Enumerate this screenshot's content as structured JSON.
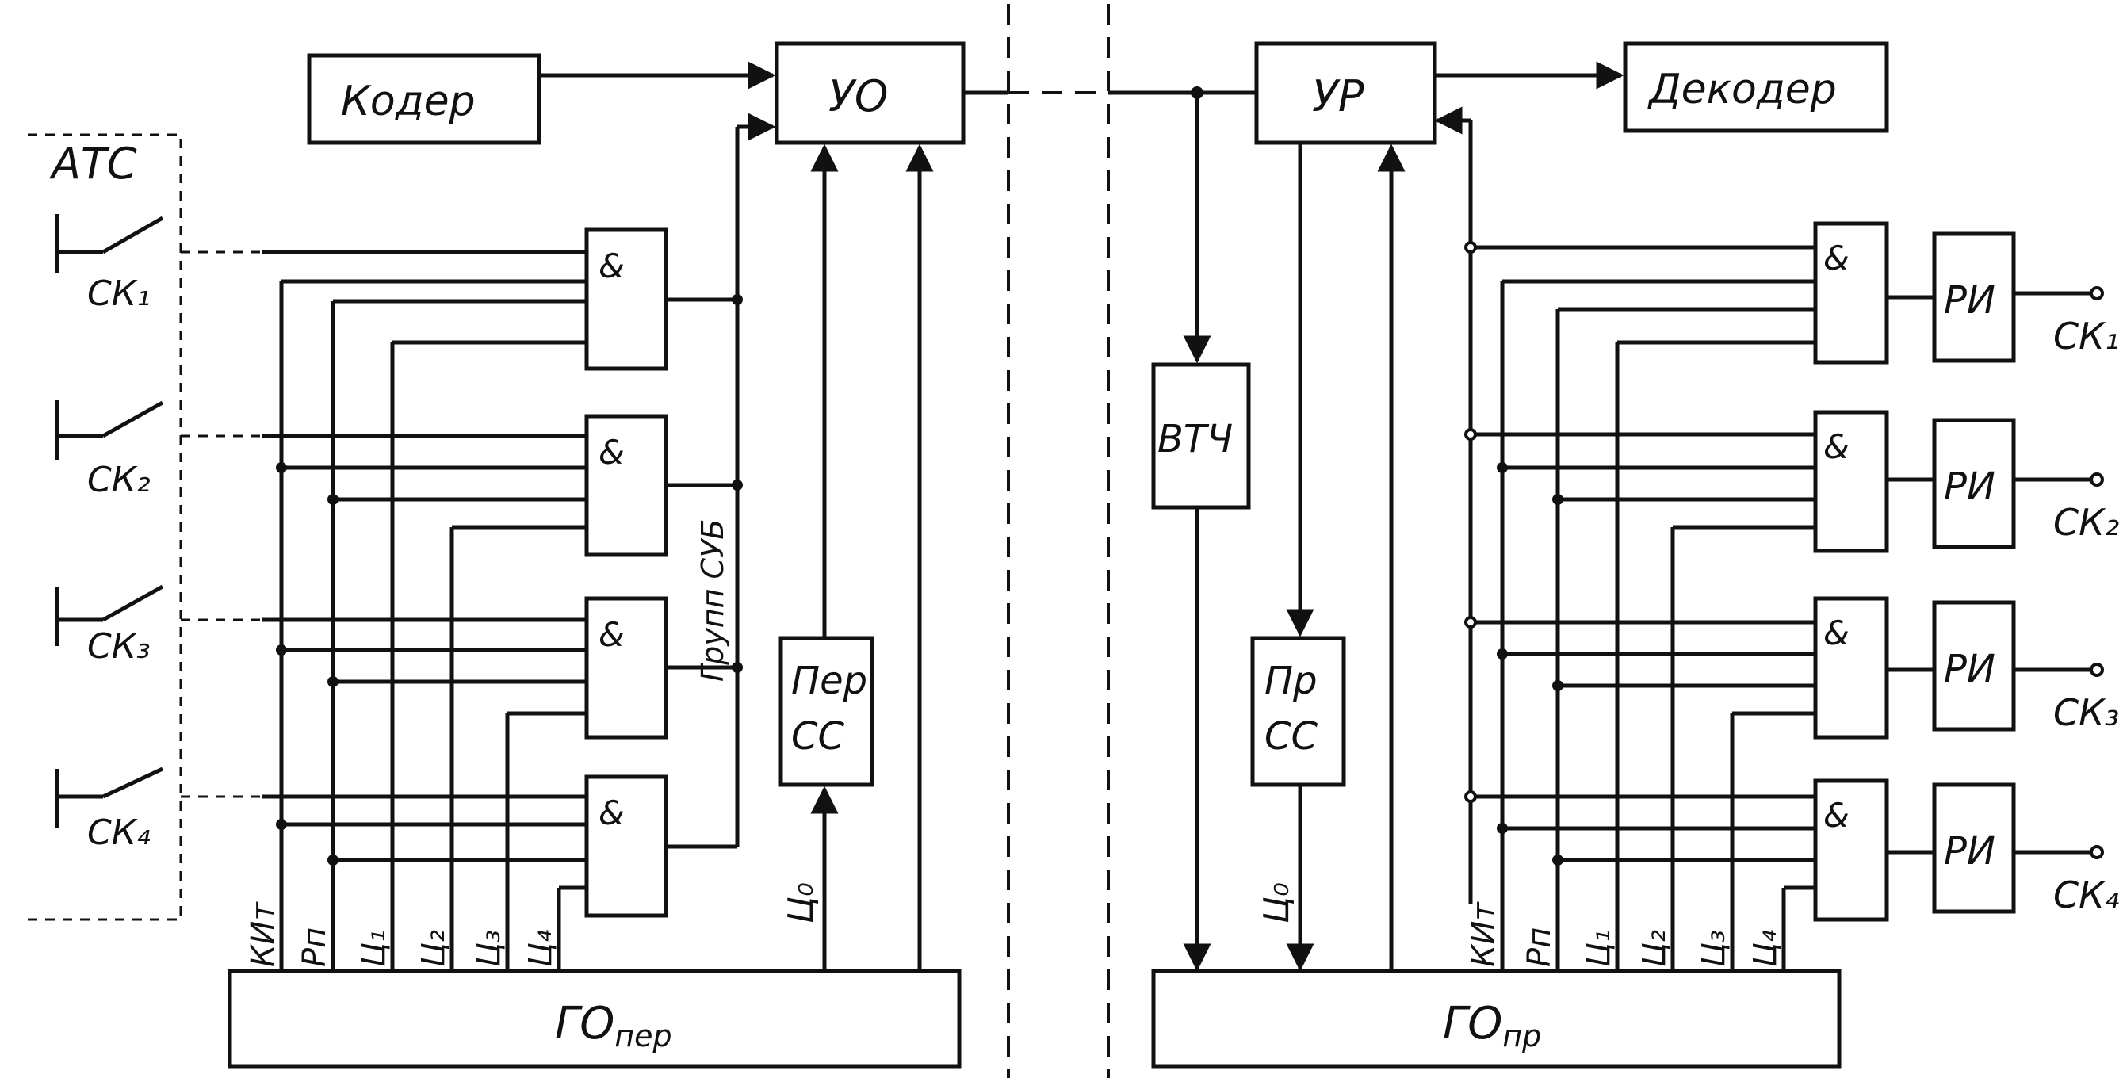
{
  "left": {
    "coder": "Кодер",
    "uo": "УО",
    "ats": "АТС",
    "contacts": [
      "СК₁",
      "СК₂",
      "СК₃",
      "СК₄"
    ],
    "and_label": "&",
    "group_label": "Групп СУБ",
    "per_cc": [
      "Пер",
      "СС"
    ],
    "c0": "Ц₀",
    "bus_labels": [
      "КИт",
      "Рп",
      "Ц₁",
      "Ц₂",
      "Ц₃",
      "Ц₄"
    ],
    "go_main": "ГО",
    "go_sub": "пер"
  },
  "right": {
    "ur": "УР",
    "decoder": "Декодер",
    "vtch": "ВТЧ",
    "pr_cc": [
      "Пр",
      "СС"
    ],
    "c0": "Ц₀",
    "ri": "РИ",
    "and_label": "&",
    "outputs": [
      "СК₁",
      "СК₂",
      "СК₃",
      "СК₄"
    ],
    "bus_labels": [
      "КИт",
      "Рп",
      "Ц₁",
      "Ц₂",
      "Ц₃",
      "Ц₄"
    ],
    "go_main": "ГО",
    "go_sub": "пр"
  }
}
